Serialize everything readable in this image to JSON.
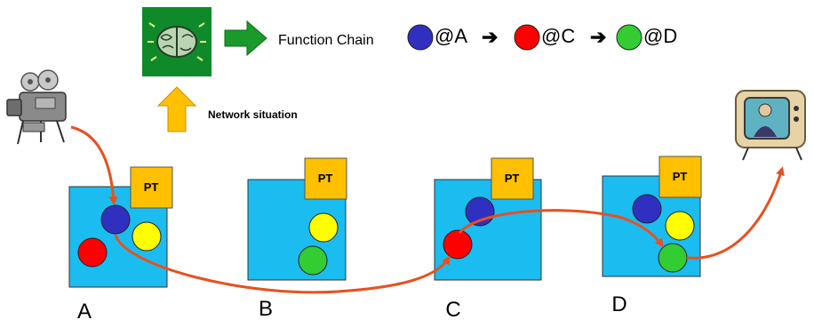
{
  "header": {
    "function_chain_label": "Function Chain",
    "chain_steps": [
      {
        "color": "#3030c0",
        "label": "@A"
      },
      {
        "color": "#ff0000",
        "label": "@C"
      },
      {
        "color": "#33cc33",
        "label": "@D"
      }
    ],
    "network_situation_label": "Network situation"
  },
  "nodes": [
    {
      "label": "A",
      "pt_label": "PT"
    },
    {
      "label": "B",
      "pt_label": "PT"
    },
    {
      "label": "C",
      "pt_label": "PT"
    },
    {
      "label": "D",
      "pt_label": "PT"
    }
  ],
  "colors": {
    "node_fill": "#1bbcf0",
    "pt_fill": "#ffc000",
    "brain_bg": "#0f8a2a",
    "arrow_green": "#1a9a2a",
    "arrow_orange": "#ffc000",
    "path": "#e8501f",
    "blue": "#3030c0",
    "red": "#ff0000",
    "yellow": "#ffff00",
    "green": "#33cc33"
  },
  "icons": [
    "brain-icon",
    "video-camera-icon",
    "television-icon"
  ]
}
